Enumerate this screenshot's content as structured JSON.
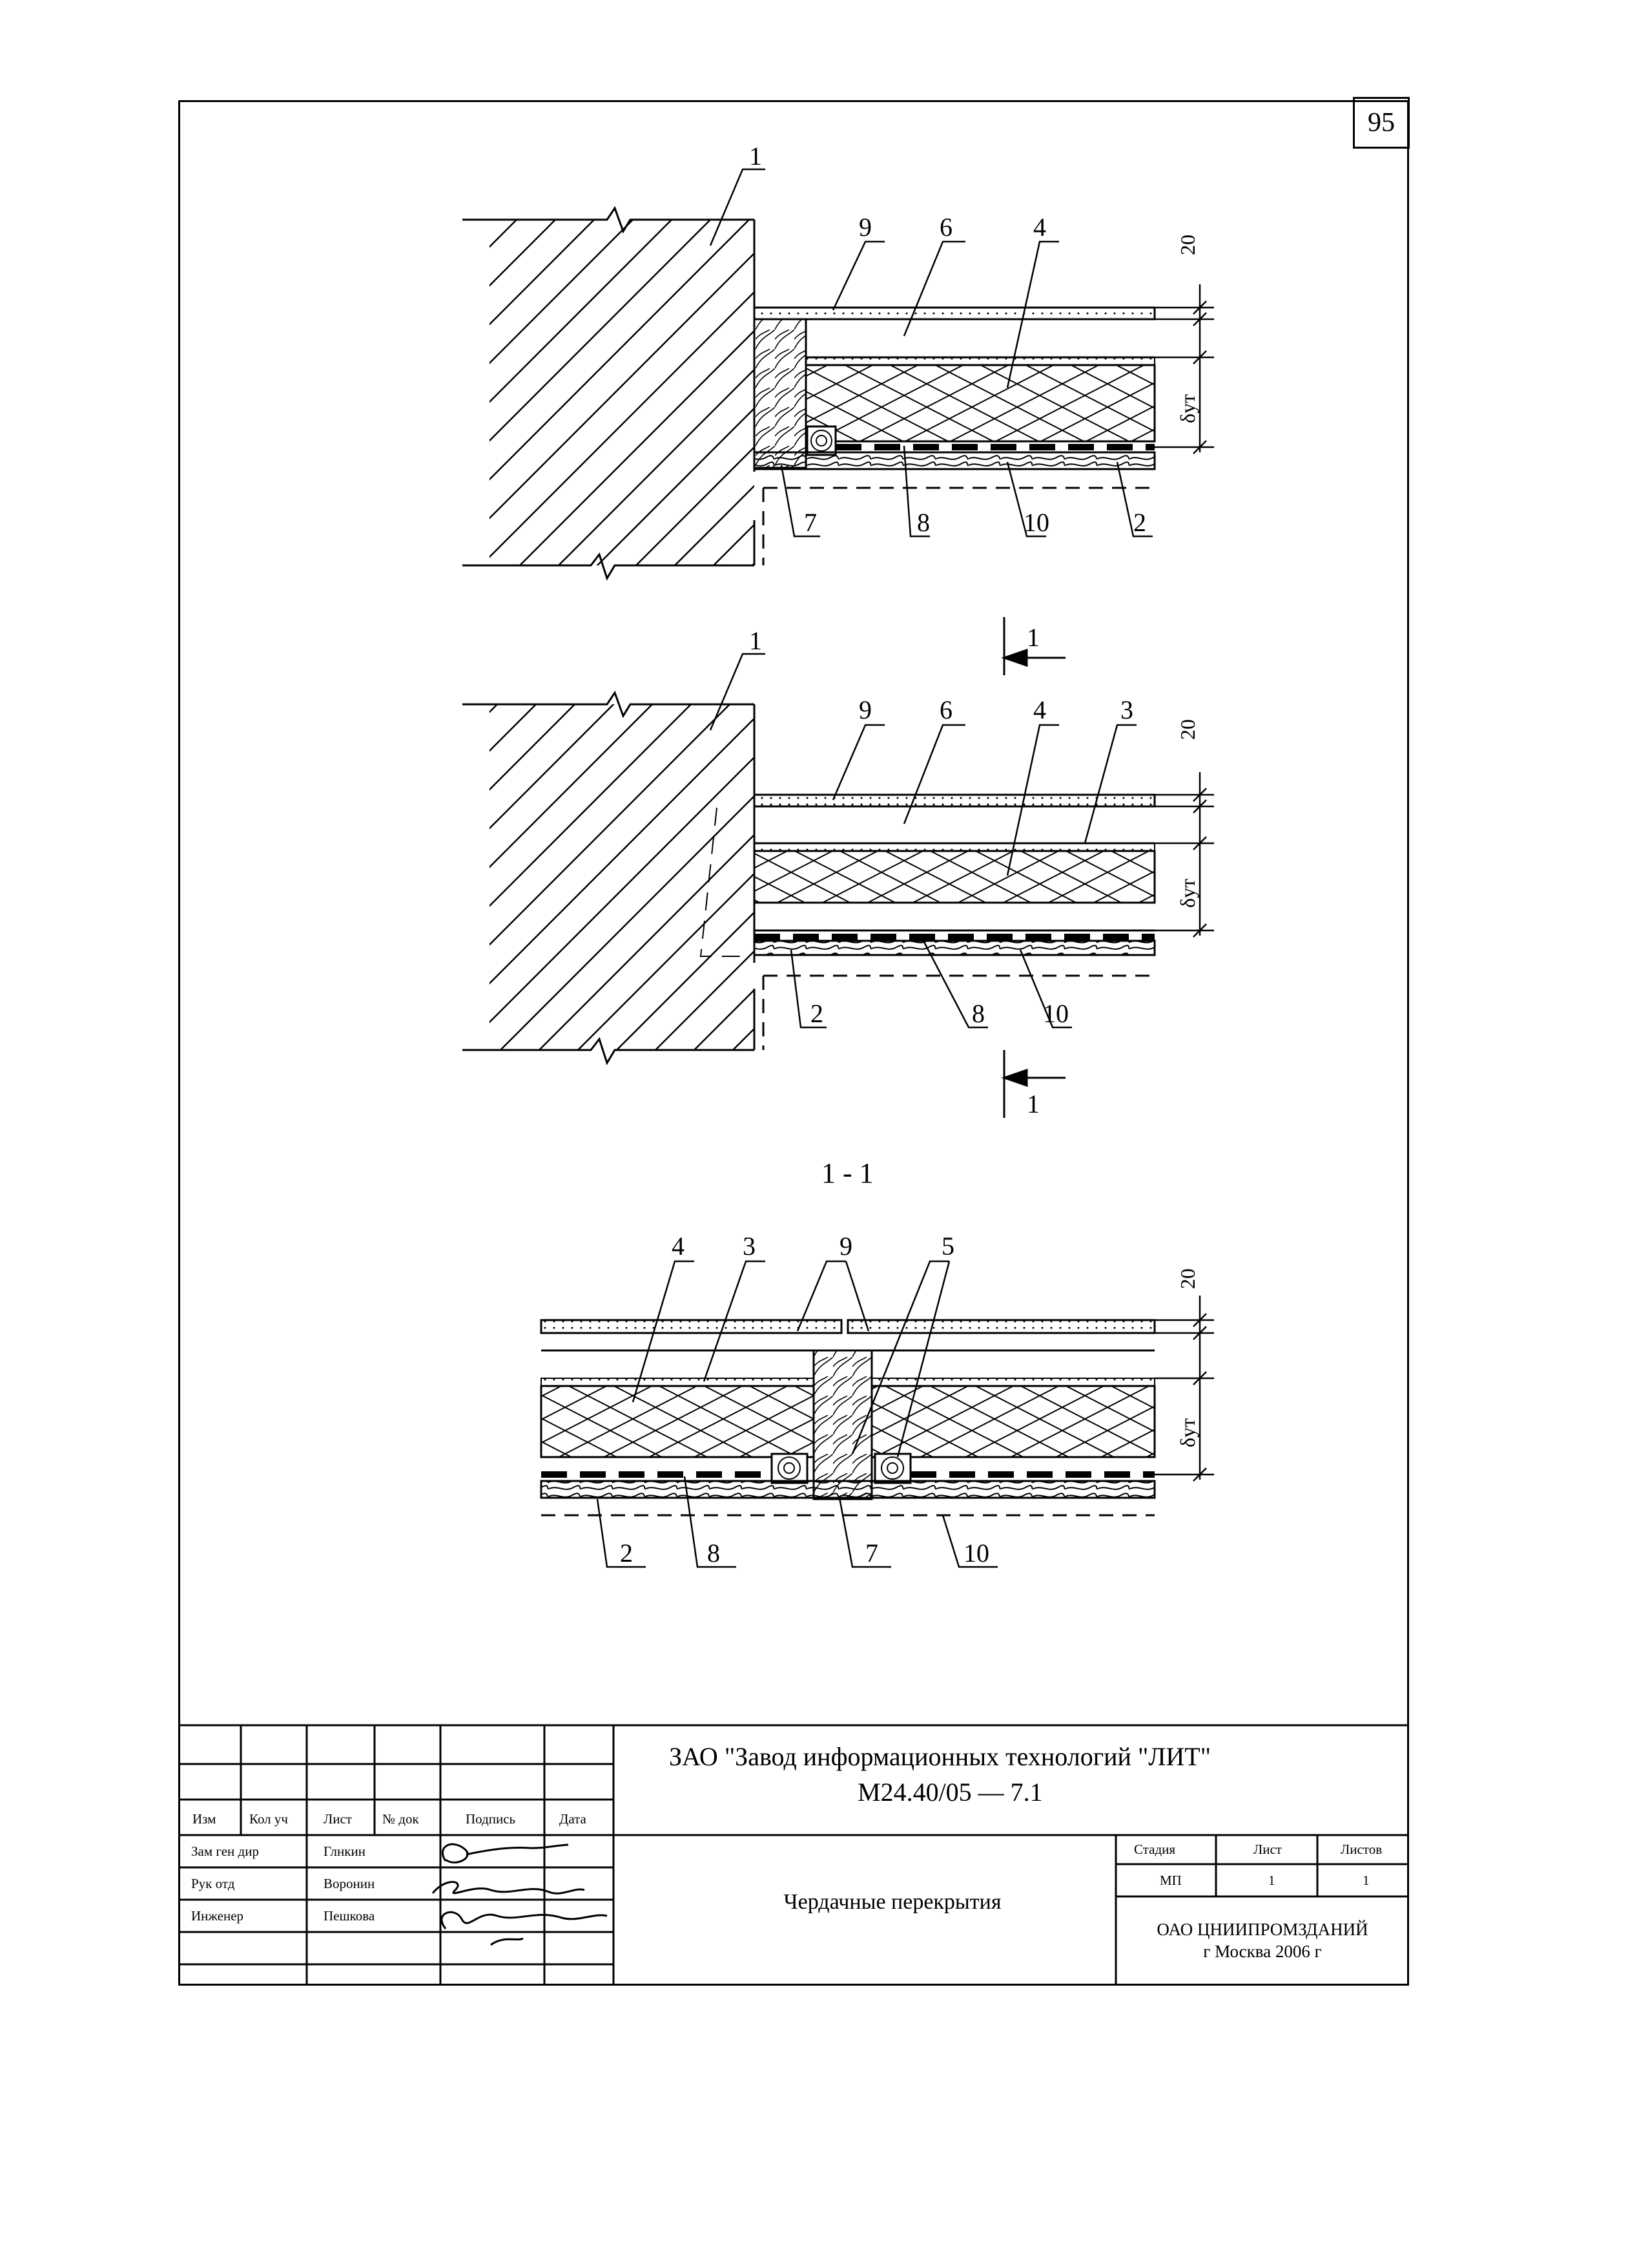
{
  "sheet_number": "95",
  "callouts": {
    "top": [
      "1",
      "9",
      "6",
      "4",
      "7",
      "8",
      "10",
      "2"
    ],
    "middle": [
      "1",
      "9",
      "6",
      "4",
      "3",
      "2",
      "8",
      "10"
    ],
    "bottom": [
      "4",
      "3",
      "9",
      "5",
      "2",
      "8",
      "7",
      "10"
    ]
  },
  "dimensions": {
    "thickness": "20",
    "insulation": "δут"
  },
  "section_marker": "1",
  "section_title": "1 - 1",
  "title_block": {
    "company": "ЗАО \"Завод информационных технологий \"ЛИТ\"",
    "doc_code": "М24.40/05  —  7.1",
    "drawing_title": "Чердачные перекрытия",
    "org": "ОАО ЦНИИПРОМЗДАНИЙ",
    "city_year": "г  Москва 2006 г",
    "headers": [
      "Изм",
      "Кол уч",
      "Лист",
      "№ док",
      "Подпись",
      "Дата"
    ],
    "stage_headers": [
      "Стадия",
      "Лист",
      "Листов"
    ],
    "stage_values": [
      "МП",
      "1",
      "1"
    ],
    "roles": [
      {
        "role": "Зам ген дир",
        "name": "Глнкин"
      },
      {
        "role": "Рук отд",
        "name": "Воронин"
      },
      {
        "role": "Инженер",
        "name": "Пешкова"
      }
    ]
  }
}
